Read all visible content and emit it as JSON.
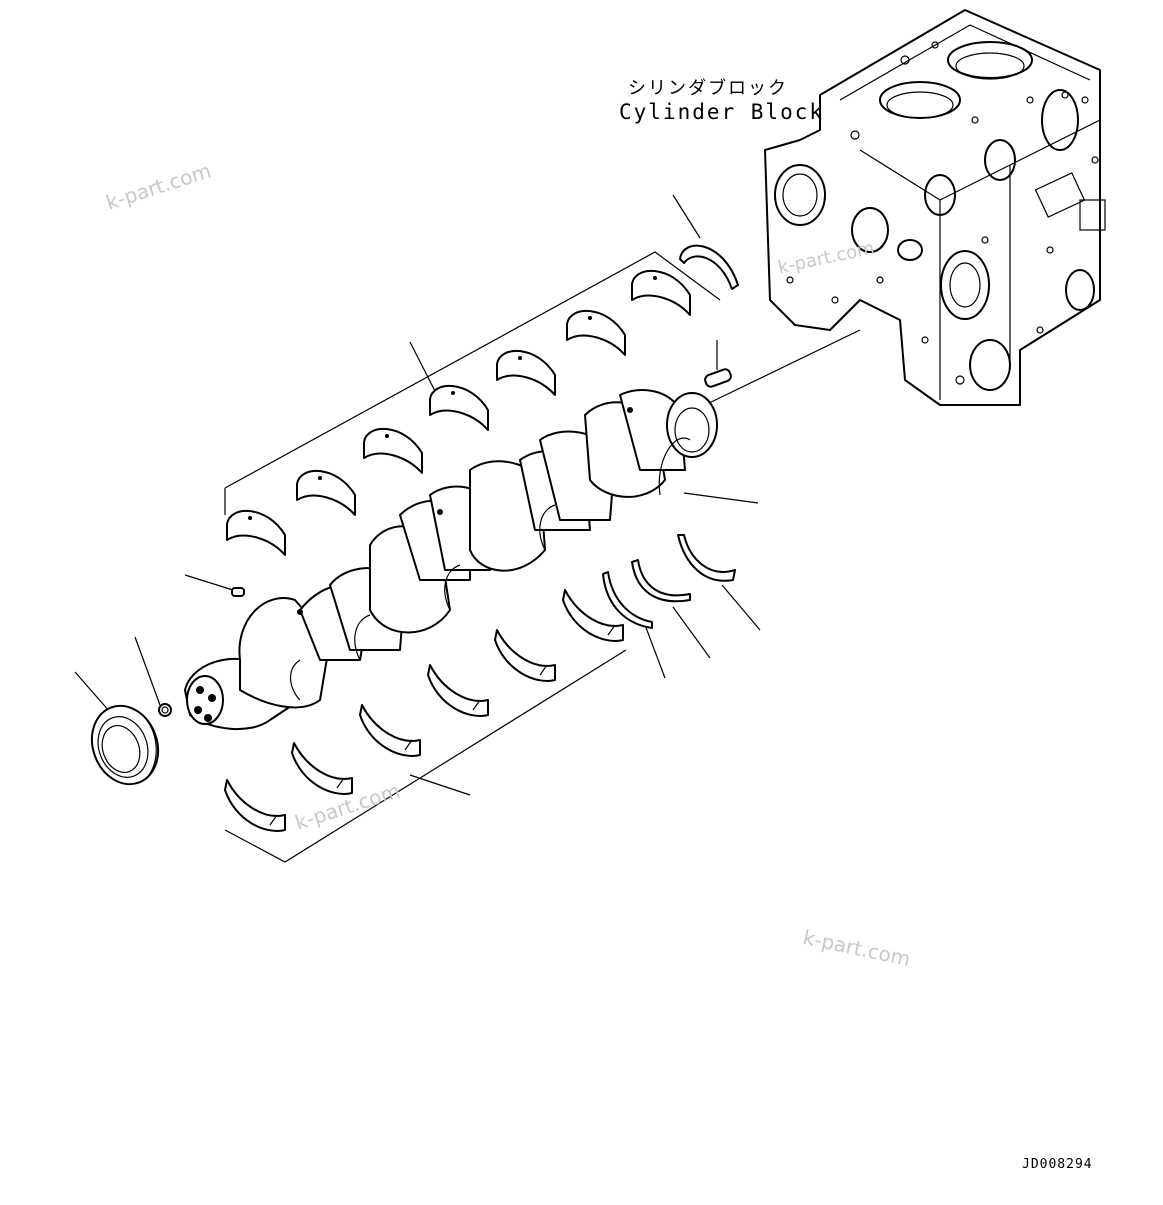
{
  "labels": {
    "cylinder_block_jp": "シリンダブロック",
    "cylinder_block_en": "Cylinder Block",
    "drawing_number": "JD008294"
  },
  "watermarks": [
    "k-part.com",
    "k-part.com",
    "k-part.com",
    "k-part.com"
  ],
  "colors": {
    "line": "#000000",
    "background": "#ffffff",
    "watermark": "#c8c8c8"
  }
}
